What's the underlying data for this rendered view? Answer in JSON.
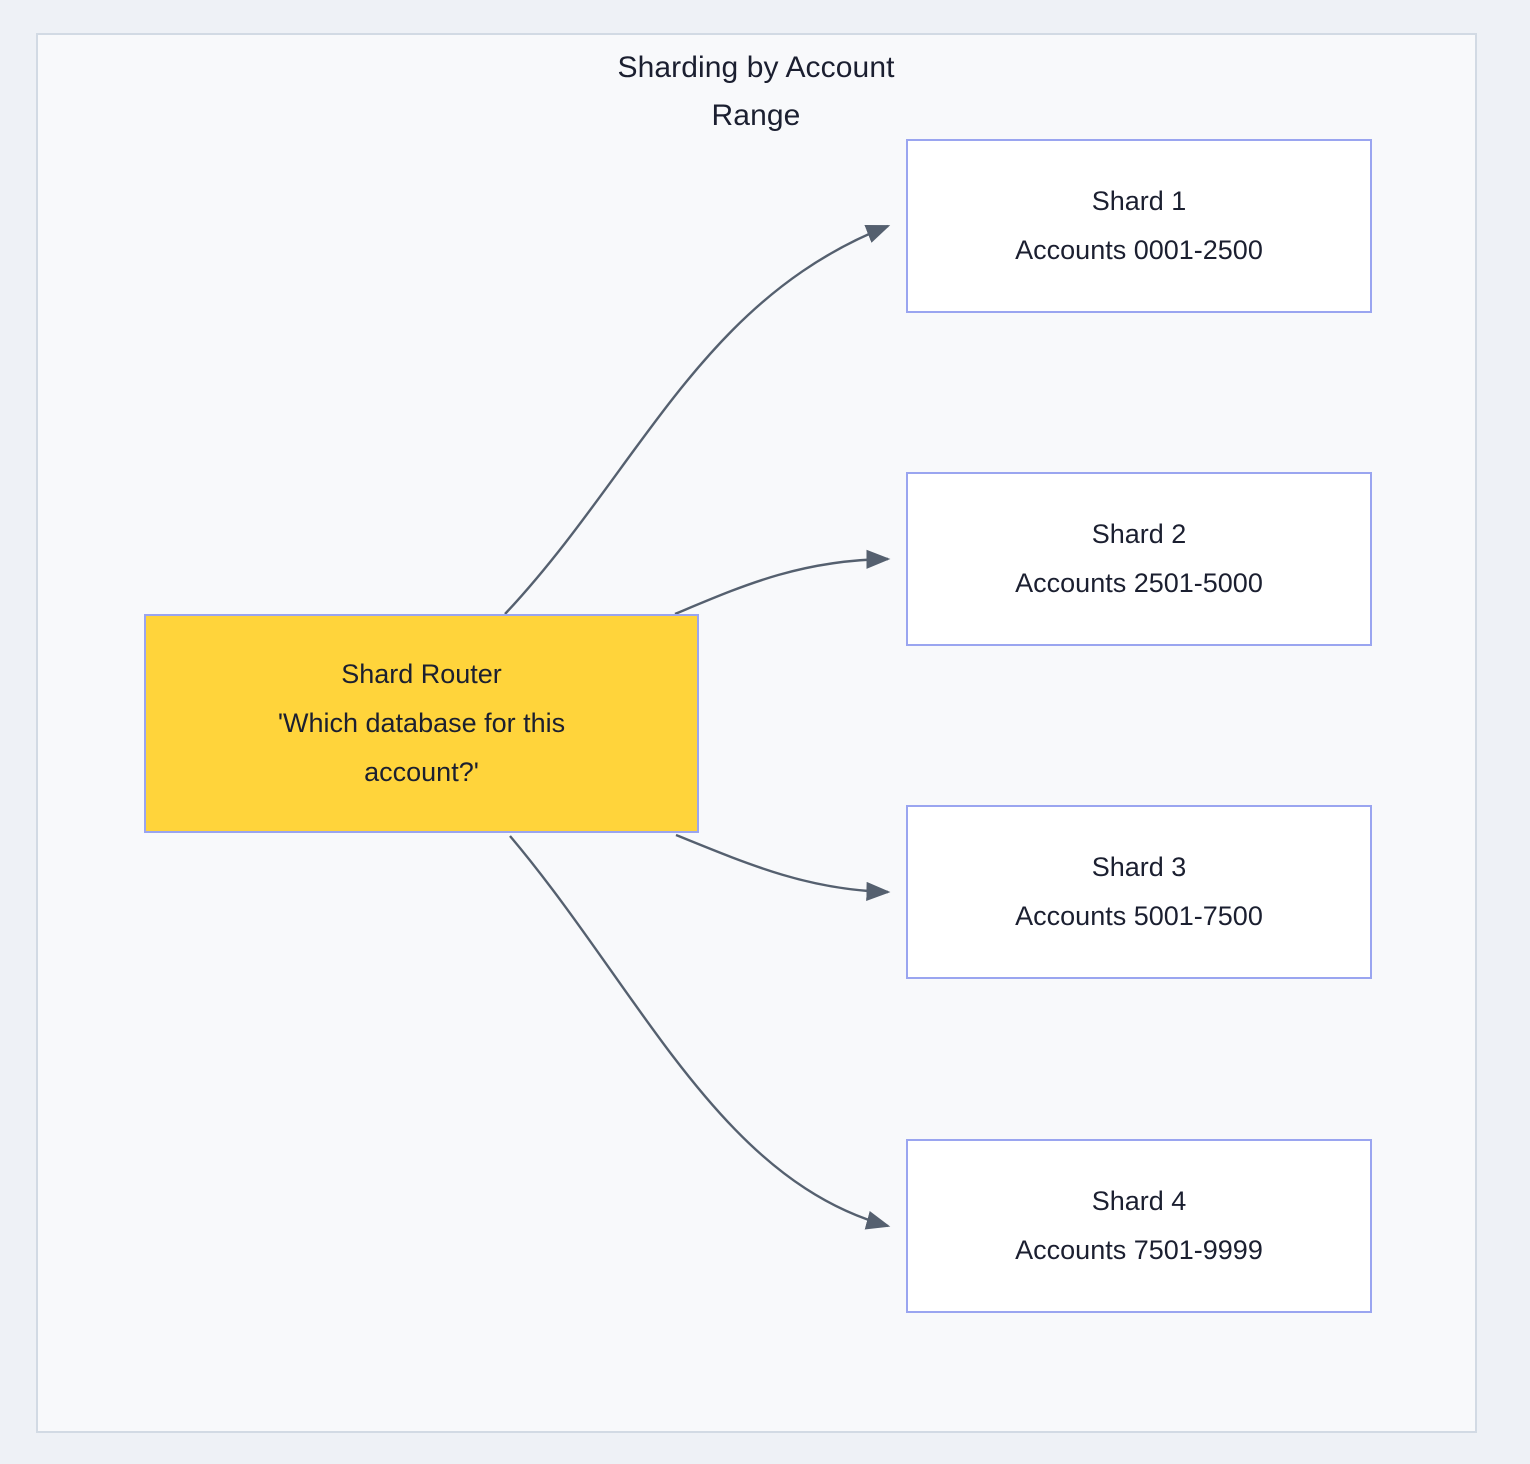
{
  "diagram": {
    "title": "Sharding by Account\nRange",
    "type": "flowchart",
    "direction": "left-to-right",
    "colors": {
      "page_background": "#eef1f6",
      "frame_background": "#f8f9fb",
      "frame_border": "#d2dae4",
      "node_border": "#9aa5f0",
      "shard_fill": "#ffffff",
      "router_fill": "#ffd43b",
      "edge_stroke": "#55606f",
      "text": "#1b1f30"
    },
    "router": {
      "id": "shard-router",
      "title": "Shard Router",
      "question": "'Which database for this account?'"
    },
    "shards": [
      {
        "id": "shard-1",
        "name": "Shard 1",
        "range": "Accounts 0001-2500"
      },
      {
        "id": "shard-2",
        "name": "Shard 2",
        "range": "Accounts 2501-5000"
      },
      {
        "id": "shard-3",
        "name": "Shard 3",
        "range": "Accounts 5001-7500"
      },
      {
        "id": "shard-4",
        "name": "Shard 4",
        "range": "Accounts 7501-9999"
      }
    ],
    "edges": [
      {
        "from": "shard-router",
        "to": "shard-1",
        "label": ""
      },
      {
        "from": "shard-router",
        "to": "shard-2",
        "label": ""
      },
      {
        "from": "shard-router",
        "to": "shard-3",
        "label": ""
      },
      {
        "from": "shard-router",
        "to": "shard-4",
        "label": ""
      }
    ]
  }
}
